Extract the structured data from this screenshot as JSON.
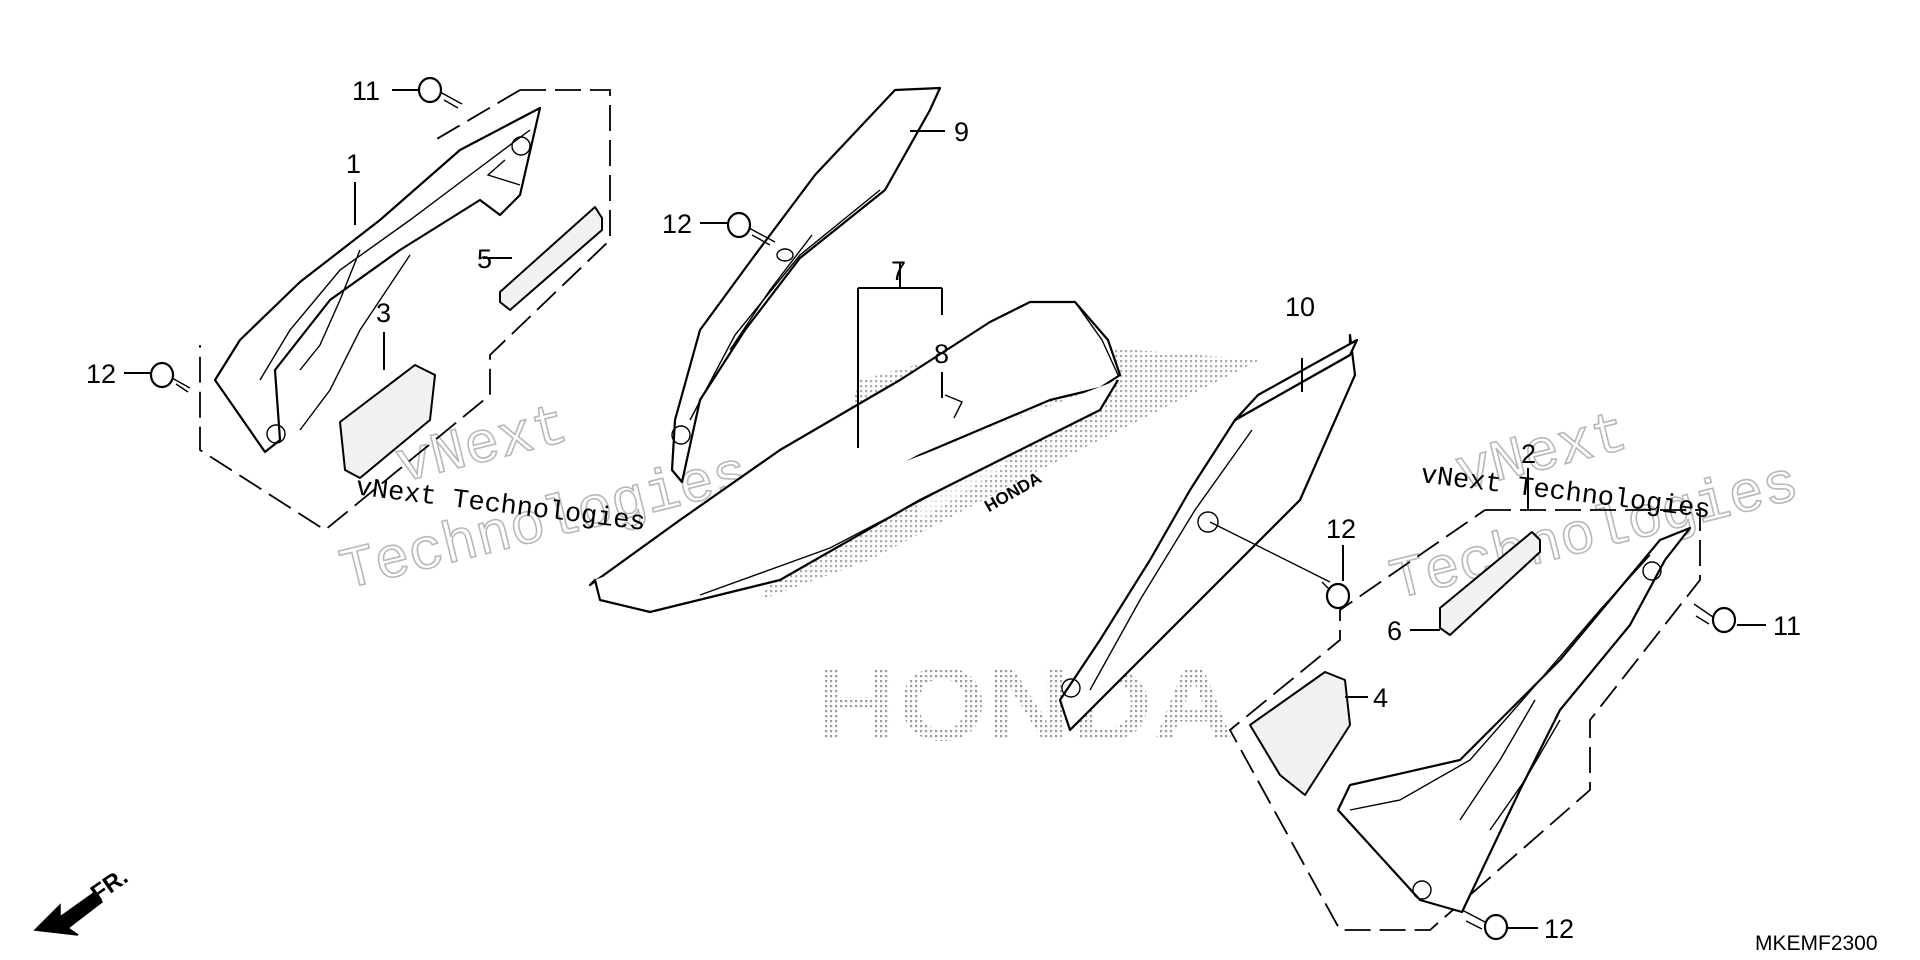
{
  "diagram": {
    "callouts": {
      "c1": "1",
      "c2": "2",
      "c3": "3",
      "c4": "4",
      "c5": "5",
      "c6": "6",
      "c7": "7",
      "c8": "8",
      "c9": "9",
      "c10": "10",
      "c11a": "11",
      "c11b": "11",
      "c12a": "12",
      "c12b": "12",
      "c12c": "12",
      "c12d": "12"
    },
    "watermark": {
      "small_text_left": "vNext Technologies",
      "small_text_right": "vNext Technologies",
      "big_word1": "vNext",
      "big_word2": "Technologies"
    },
    "seat_brand": "HONDA",
    "background_brand": "HONDA",
    "front_label": "FR.",
    "ref_code": "MKEMF2300"
  }
}
